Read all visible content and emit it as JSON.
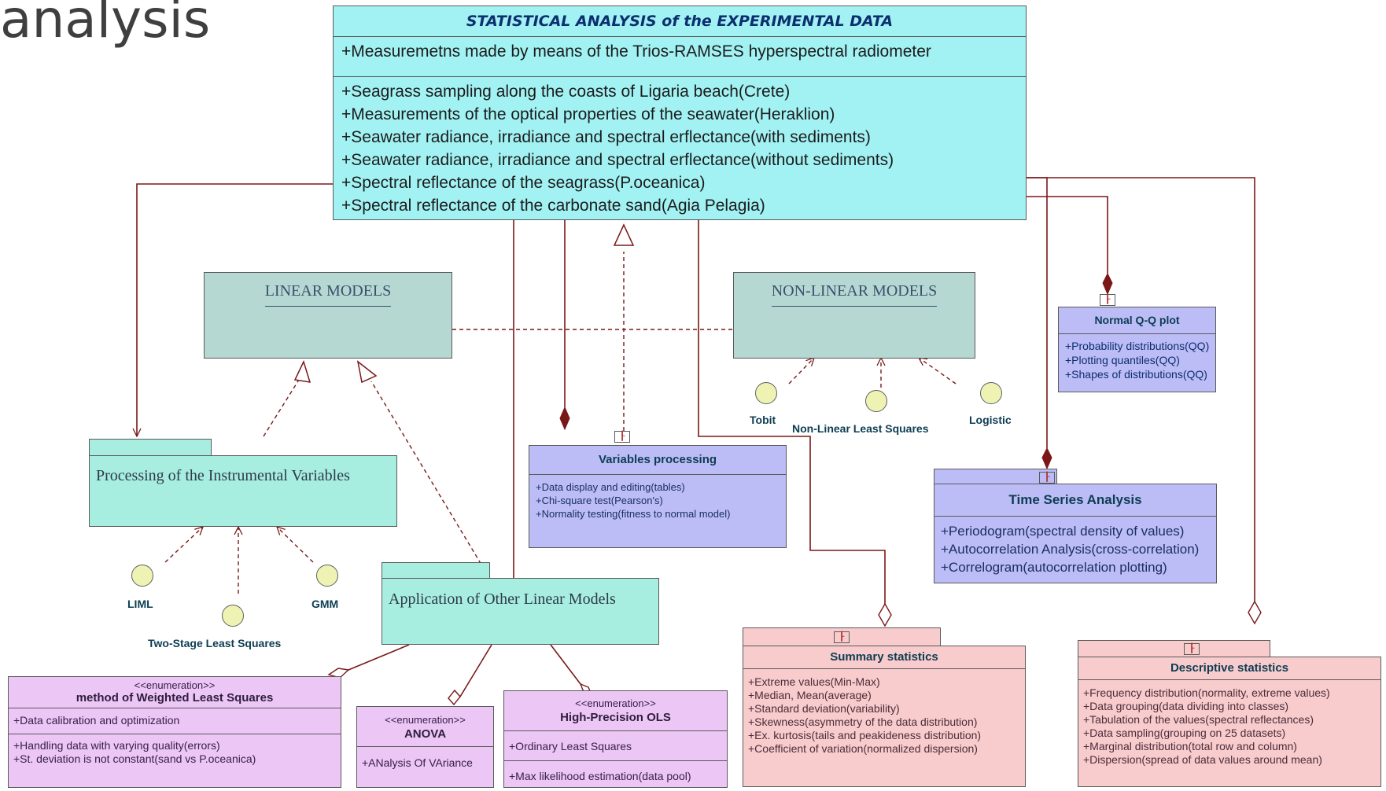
{
  "slide": {
    "heading": "analysis"
  },
  "main_class": {
    "title": "STATISTICAL ANALYSIS of the EXPERIMENTAL DATA",
    "attribute": "+Measuremetns made by means of the Trios-RAMSES hyperspectral radiometer",
    "operations": [
      "+Seagrass sampling along the coasts of Ligaria beach(Crete)",
      "+Measurements of the optical properties of the seawater(Heraklion)",
      "+Seawater radiance, irradiance and spectral erflectance(with sediments)",
      "+Seawater radiance, irradiance and spectral erflectance(without sediments)",
      "+Spectral reflectance of the seagrass(P.oceanica)",
      "+Spectral reflectance of the carbonate sand(Agia Pelagia)"
    ]
  },
  "linear_models": {
    "title": "LINEAR MODELS"
  },
  "nonlinear_models": {
    "title": "NON-LINEAR MODELS"
  },
  "nonlinear_interfaces": [
    "Tobit",
    "Non-Linear Least Squares",
    "Logistic"
  ],
  "normal_qq": {
    "title": "Normal Q-Q plot",
    "items": [
      "+Probability distributions(QQ)",
      "+Plotting quantiles(QQ)",
      "+Shapes of distributions(QQ)"
    ]
  },
  "processing_iv": {
    "title": "Processing of the Instrumental Variables"
  },
  "iv_interfaces": [
    "LIML",
    "GMM",
    "Two-Stage Least Squares"
  ],
  "variables_processing": {
    "title": "Variables processing",
    "items": [
      "+Data display and editing(tables)",
      "+Chi-square test(Pearson's)",
      "+Normality testing(fitness to normal model)"
    ]
  },
  "time_series": {
    "title": "Time Series Analysis",
    "items": [
      "+Periodogram(spectral density of values)",
      "+Autocorrelation Analysis(cross-correlation)",
      "+Correlogram(autocorrelation plotting)"
    ]
  },
  "other_linear": {
    "title": "Application of Other Linear Models"
  },
  "summary_stats": {
    "title": "Summary statistics",
    "items": [
      "+Extreme values(Min-Max)",
      "+Median, Mean(average)",
      "+Standard deviation(variability)",
      "+Skewness(asymmetry of the data distribution)",
      "+Ex. kurtosis(tails and peakideness distribution)",
      "+Coefficient of variation(normalized dispersion)"
    ]
  },
  "descriptive_stats": {
    "title": "Descriptive statistics",
    "items": [
      "+Frequency distribution(normality, extreme values)",
      "+Data grouping(data dividing into classes)",
      "+Tabulation of the values(spectral reflectances)",
      "+Data sampling(grouping on 25 datasets)",
      "+Marginal distribution(total row and column)",
      "+Dispersion(spread of data values around mean)"
    ]
  },
  "wls": {
    "stereotype": "<<enumeration>>",
    "title": "method of Weighted Least Squares",
    "row1": "+Data calibration and optimization",
    "row2": [
      "+Handling data with varying quality(errors)",
      "+St. deviation is not constant(sand vs P.oceanica)"
    ]
  },
  "anova": {
    "stereotype": "<<enumeration>>",
    "title": "ANOVA",
    "row1": "+ANalysis Of VAriance"
  },
  "ols": {
    "stereotype": "<<enumeration>>",
    "title": "High-Precision OLS",
    "row1": "+Ordinary Least Squares",
    "row2": "+Max likelihood estimation(data pool)"
  },
  "package_tag_glyph": "┠",
  "colors": {
    "main": "#a2f2f4",
    "model": "#b6d8d2",
    "package": "#a7eee0",
    "class_blue": "#bcbcf6",
    "class_pink": "#f8cbcc",
    "enumeration": "#ecc6f4",
    "connector": "#7a1818",
    "interface": "#eef3b4"
  }
}
